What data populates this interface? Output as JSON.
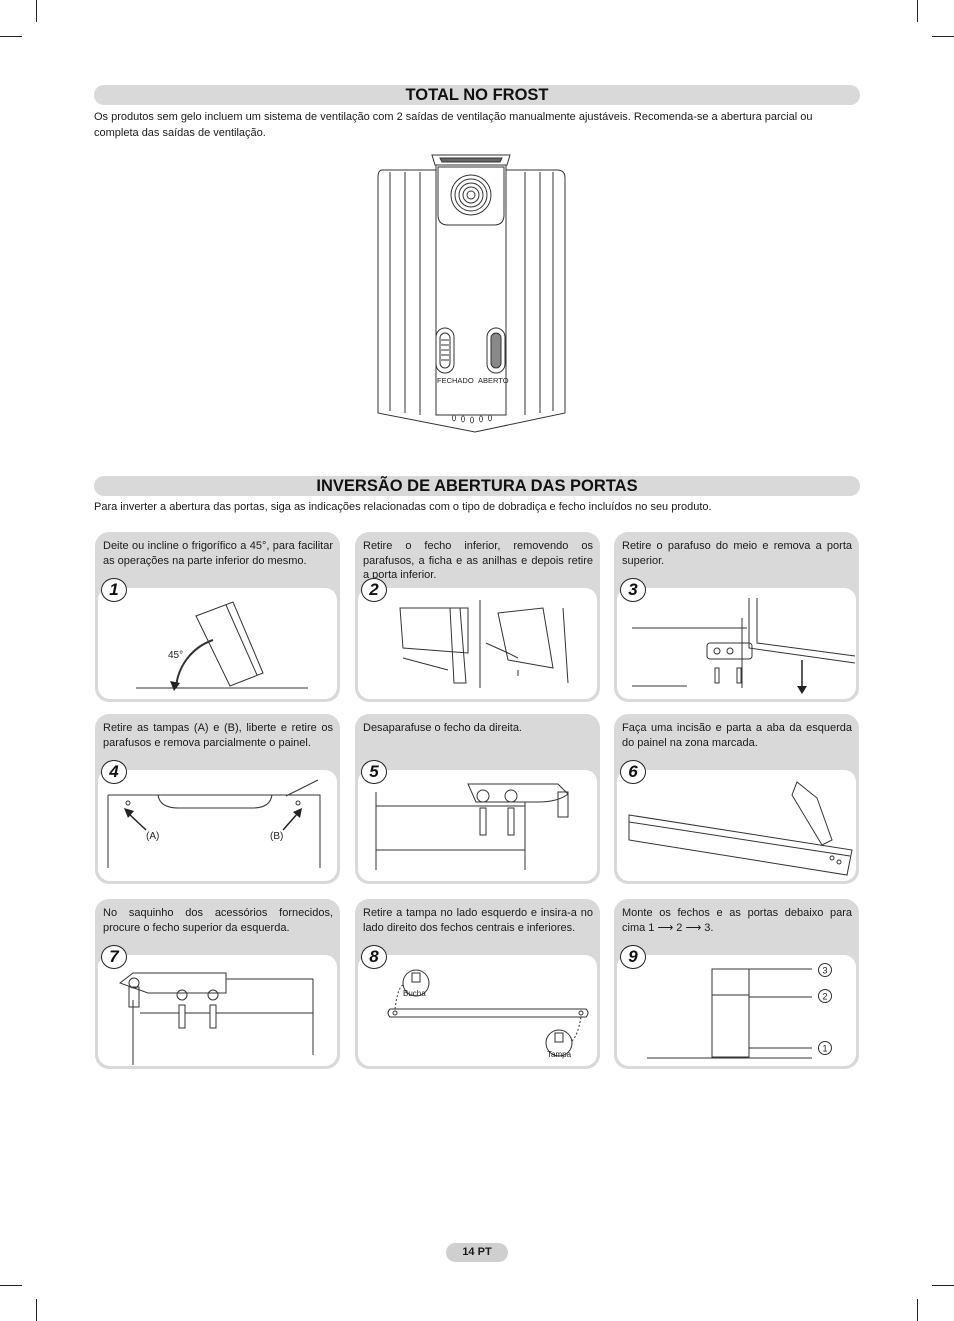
{
  "section1": {
    "title": "TOTAL NO FROST",
    "text": "Os produtos sem gelo incluem um sistema de ventilação com 2 saídas de ventilação manualmente ajustáveis. Recomenda-se a abertura parcial ou completa das saídas de ventilação.",
    "vent_closed_label": "FECHADO",
    "vent_open_label": "ABERTO"
  },
  "section2": {
    "title": "INVERSÃO DE ABERTURA DAS PORTAS",
    "text": "Para inverter a abertura das portas, siga as indicações relacionadas com o tipo de dobradiça e fecho incluídos no seu produto."
  },
  "steps": [
    {
      "num": "1",
      "text": "Deite ou incline o frigorífico a 45°, para facilitar as operações na parte inferior do mesmo.",
      "label": "45°"
    },
    {
      "num": "2",
      "text": "Retire o fecho inferior, removendo os parafusos, a ficha e as anilhas e depois retire a porta inferior."
    },
    {
      "num": "3",
      "text": "Retire o parafuso do meio e remova a porta superior."
    },
    {
      "num": "4",
      "text": "Retire as tampas (A) e (B), liberte e retire os parafusos e remova parcialmente o painel.",
      "label_a": "(A)",
      "label_b": "(B)"
    },
    {
      "num": "5",
      "text": "Desaparafuse o fecho da direita."
    },
    {
      "num": "6",
      "text": "Faça uma incisão e parta a aba da esquerda do painel na zona marcada."
    },
    {
      "num": "7",
      "text": "No saquinho dos acessórios fornecidos, procure o fecho superior da esquerda."
    },
    {
      "num": "8",
      "text": "Retire a tampa no lado esquerdo e insira-a no lado direito dos fechos centrais e inferiores.",
      "label_bucha": "Bucha",
      "label_tampa": "Tampa"
    },
    {
      "num": "9",
      "text": "Monte os fechos e as portas debaixo para cima 1 ⟶ 2 ⟶ 3.",
      "callouts": [
        "3",
        "2",
        "1"
      ]
    }
  ],
  "page_number": "14 PT"
}
